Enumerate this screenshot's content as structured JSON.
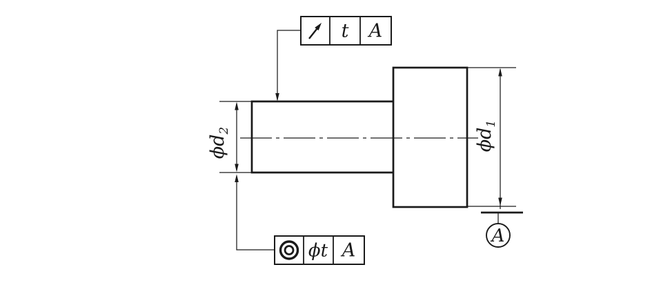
{
  "drawing": {
    "title": "stepped-shaft-geometric-tolerance-drawing",
    "colors": {
      "line": "#1a1a1a",
      "background": "#ffffff"
    }
  },
  "feature_control_frames": {
    "runout": {
      "symbol_icon": "circular-runout-icon",
      "tolerance": "t",
      "datum_ref": "A"
    },
    "concentricity": {
      "symbol_icon": "concentricity-icon",
      "tolerance": "ϕt",
      "datum_ref": "A"
    }
  },
  "dimensions": {
    "d1": {
      "prefix": "ϕd",
      "subscript": "1"
    },
    "d2": {
      "prefix": "ϕd",
      "subscript": "2"
    }
  },
  "datum_feature": {
    "letter": "A"
  }
}
